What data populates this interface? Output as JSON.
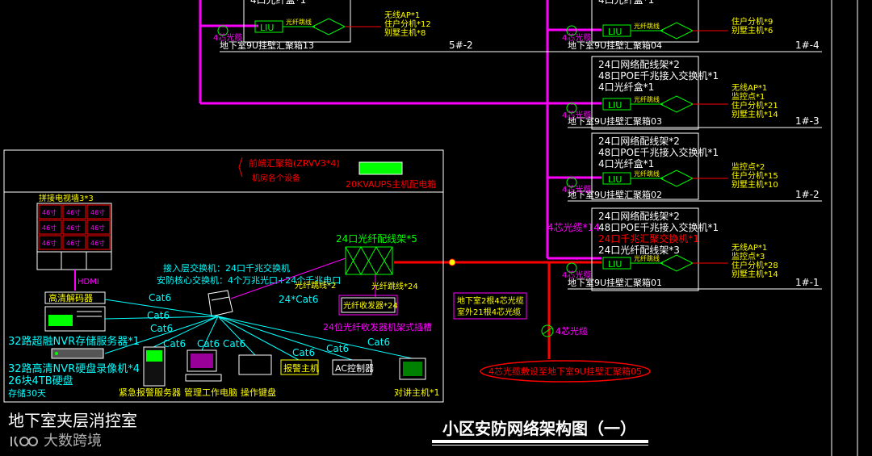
{
  "room_caption": "地下室夹层消控室",
  "diagram_title": "小区安防网络架构图（一）",
  "logo_text": "大数跨境",
  "cabinets": [
    {
      "id": "c13",
      "lines": [
        "4口光纤盒*1"
      ],
      "liu": "LIU",
      "jumper": "光纤跳线",
      "name": "地下室9U挂壁汇聚箱13",
      "tag": "5#-2",
      "devices": [
        "无线AP*1",
        "住户分机*12",
        "别墅主机*8"
      ],
      "fiber": "4芯光缆"
    },
    {
      "id": "c04",
      "lines": [
        "4口光纤盒*1"
      ],
      "liu": "LIU",
      "jumper": "光纤跳线",
      "name": "地下室9U挂壁汇聚箱04",
      "tag": "1#-4",
      "devices": [
        "住户分机*9",
        "别墅主机*6"
      ],
      "fiber": "4芯光缆"
    },
    {
      "id": "c03",
      "lines": [
        "24口网络配线架*2",
        "48口POE千兆接入交换机*1",
        "4口光纤盒*1"
      ],
      "liu": "LIU",
      "jumper": "光纤跳线",
      "name": "地下室9U挂壁汇聚箱03",
      "tag": "1#-3",
      "devices": [
        "无线AP*1",
        "监控点*1",
        "住户分机*21",
        "别墅主机*14"
      ],
      "fiber": "4芯光缆"
    },
    {
      "id": "c02",
      "lines": [
        "24口网络配线架*2",
        "48口POE千兆接入交换机*1",
        "4口光纤盒*1"
      ],
      "liu": "LIU",
      "jumper": "光纤跳线",
      "name": "地下室9U挂壁汇聚箱02",
      "tag": "1#-2",
      "devices": [
        "监控点*2",
        "住户分机*15",
        "别墅主机*10"
      ],
      "fiber": "4芯光缆"
    },
    {
      "id": "c01",
      "lines": [
        "24口网络配线架*2",
        "48口POE千兆接入交换机*1",
        "24口千兆汇聚交换机*1",
        "24口光纤配线架*3"
      ],
      "liu": "LIU",
      "jumper": "光纤跳线",
      "name": "地下室9U挂壁汇聚箱01",
      "tag": "1#-1",
      "devices": [
        "无线AP*1",
        "监控点*3",
        "住户分机*28",
        "别墅主机*14"
      ],
      "fiber": "4芯光缆"
    }
  ],
  "fiber_14": "4芯光缆*14",
  "fiber_4": "4芯光缆",
  "red_ellipse": "4芯光缆敷设至地下室9U挂壁汇聚箱05",
  "fiber_note": [
    "地下室2根4芯光缆",
    "室外21根4芯光缆"
  ],
  "power": {
    "label": "前端汇聚箱(ZRVV3*4)",
    "sub": "机房各个设备",
    "ups": "20KVAUPS主机配电箱"
  },
  "video_wall": "拼接电视墙3*3",
  "wall_cell": "46寸",
  "hdmi": "HDMI",
  "decoder": "高清解码器",
  "nvr_server": "32路超融NVR存储服务器*1",
  "nvr_recorder": "32路高清NVR硬盘录像机*4",
  "disks": "26块4TB硬盘",
  "storage": "存储30天",
  "core_switch": [
    "接入层交换机：24口千兆交换机",
    "安防核心交换机：4个万兆光口+24个千兆电口"
  ],
  "odf_top": "24口光纤配线架*5",
  "jumper_2": "光纤跳线*2",
  "jumper_24": "光纤跳线*24",
  "cat6_24": "24*Cat6",
  "transceiver": "光纤收发器*24",
  "transceiver_rack": "24位光纤收发器机架式插槽",
  "cat6": "Cat6",
  "equipment": {
    "alarm_server": "紧急报警服务器",
    "mgmt_pc": "管理工作电脑",
    "keyboard": "操作键盘",
    "alarm_host": "报警主机",
    "ac_ctrl": "AC控制器",
    "intercom": "对讲主机*1"
  },
  "colors": {
    "magenta": "#ff00ff",
    "red": "#ff0000",
    "green": "#00ff00",
    "cyan": "#00ffff",
    "yellow": "#ffff00",
    "white": "#ffffff"
  }
}
